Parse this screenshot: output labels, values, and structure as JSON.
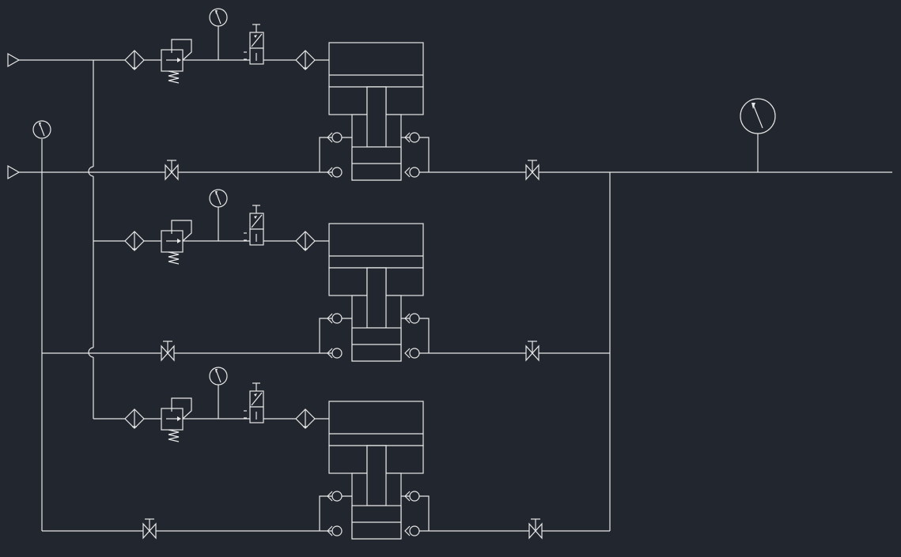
{
  "diagram": {
    "background": "#22262e",
    "line_color": "#e8e8e8",
    "inputs": [
      "input-arrow-drive",
      "input-arrow-process"
    ],
    "stages": [
      {
        "name": "stage-1"
      },
      {
        "name": "stage-2"
      },
      {
        "name": "stage-3"
      }
    ],
    "components": [
      "pressure-gauge-icon",
      "filter-icon",
      "pressure-regulator-icon",
      "solenoid-valve-icon",
      "check-valve-icon",
      "shutoff-valve-icon",
      "booster-cylinder-icon"
    ]
  }
}
